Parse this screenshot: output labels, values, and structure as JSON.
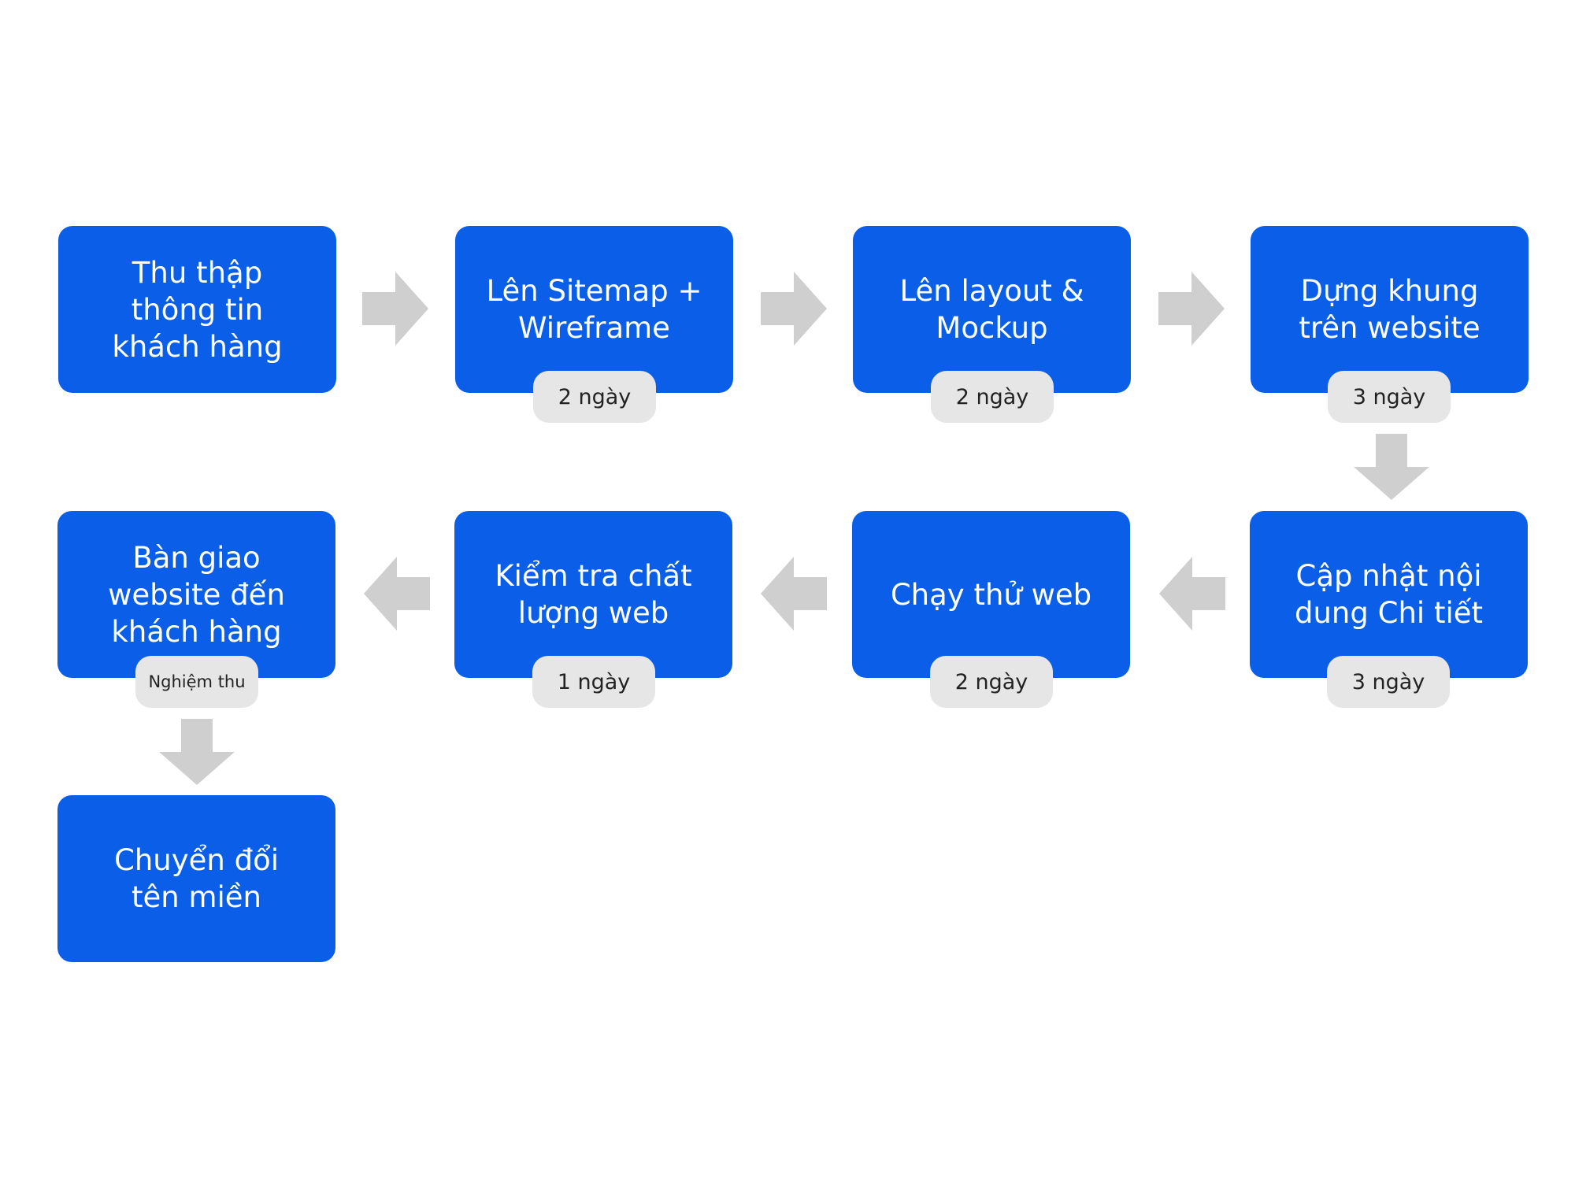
{
  "steps": [
    {
      "label": "Thu thập\nthông tin\nkhách hàng",
      "badge": ""
    },
    {
      "label": "Lên Sitemap +\nWireframe",
      "badge": "2 ngày"
    },
    {
      "label": "Lên layout &\nMockup",
      "badge": "2 ngày"
    },
    {
      "label": "Dựng khung\ntrên website",
      "badge": "3 ngày"
    },
    {
      "label": "Cập nhật nội\ndung Chi tiết",
      "badge": "3 ngày"
    },
    {
      "label": "Chạy thử web",
      "badge": "2 ngày"
    },
    {
      "label": "Kiểm tra chất\nlượng web",
      "badge": "1 ngày"
    },
    {
      "label": "Bàn giao\nwebsite đến\nkhách hàng",
      "badge": "Nghiệm thu"
    },
    {
      "label": "Chuyển đổi\ntên miền",
      "badge": ""
    }
  ],
  "colors": {
    "step_fill": "#0a5ee8",
    "step_text": "#ffffff",
    "badge_fill": "#e6e6e6",
    "badge_text": "#222222",
    "arrow_fill": "#cfcfcf"
  },
  "connectors": [
    {
      "from": 0,
      "to": 1,
      "direction": "right"
    },
    {
      "from": 1,
      "to": 2,
      "direction": "right"
    },
    {
      "from": 2,
      "to": 3,
      "direction": "right"
    },
    {
      "from": 3,
      "to": 4,
      "direction": "down"
    },
    {
      "from": 4,
      "to": 5,
      "direction": "left"
    },
    {
      "from": 5,
      "to": 6,
      "direction": "left"
    },
    {
      "from": 6,
      "to": 7,
      "direction": "left"
    },
    {
      "from": 7,
      "to": 8,
      "direction": "down"
    }
  ]
}
